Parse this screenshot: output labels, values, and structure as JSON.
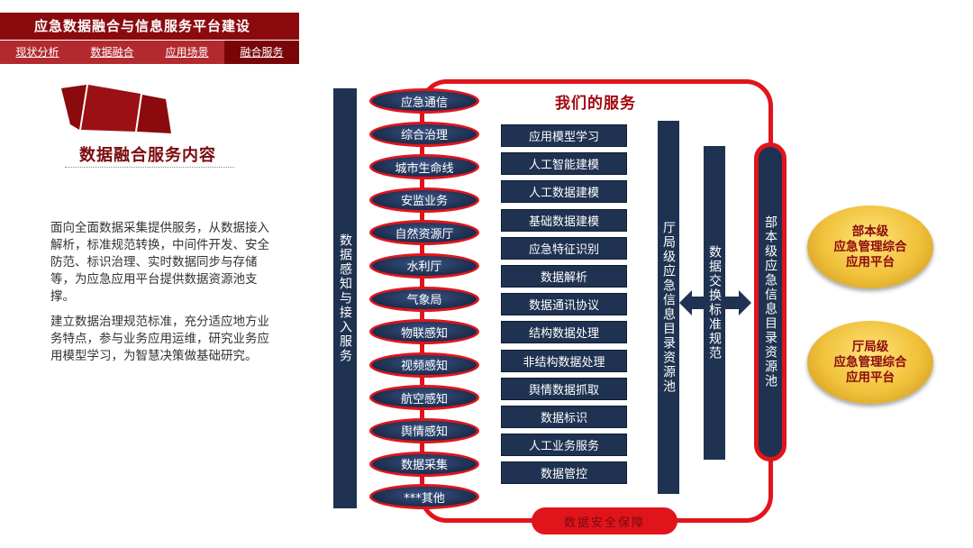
{
  "header": {
    "title": "应急数据融合与信息服务平台建设",
    "tabs": [
      "现状分析",
      "数据融合",
      "应用场景",
      "融合服务"
    ],
    "active_tab_index": 3
  },
  "section": {
    "title": "数据融合服务内容",
    "paragraph1": "面向全面数据采集提供服务，从数据接入解析，标准规范转换，中间件开发、安全防范、标识治理、实时数据同步与存储等，为应急应用平台提供数据资源池支撑。",
    "paragraph2": "建立数据治理规范标准，充分适应地方业务特点，参与业务应用运维，研究业务应用模型学习，为智慧决策做基础研究。"
  },
  "diagram": {
    "title": "我们的服务",
    "left_bar": "数据感知与接入服务",
    "sources": [
      "应急通信",
      "综合治理",
      "城市生命线",
      "安监业务",
      "自然资源厅",
      "水利厅",
      "气象局",
      "物联感知",
      "视频感知",
      "航空感知",
      "舆情感知",
      "数据采集",
      "***其他"
    ],
    "services": [
      "应用模型学习",
      "人工智能建模",
      "人工数据建模",
      "基础数据建模",
      "应急特征识别",
      "数据解析",
      "数据通讯协议",
      "结构数据处理",
      "非结构数据处理",
      "舆情数据抓取",
      "数据标识",
      "人工业务服务",
      "数据管控"
    ],
    "mid_bar_1": "厅局级应急信息目录资源池",
    "mid_bar_2": "数据交换标准规范",
    "right_bar": "部本级应急信息目录资源池",
    "security": "数据安全保障",
    "platforms": [
      {
        "line1": "部本级",
        "line2": "应急管理综合",
        "line3": "应用平台"
      },
      {
        "line1": "厅局级",
        "line2": "应急管理综合",
        "line3": "应用平台"
      }
    ]
  },
  "colors": {
    "header_dark_red": "#8b0a0e",
    "tab_red": "#b32a2e",
    "frame_red": "#e0151c",
    "navy": "#1f3251",
    "gold": "#f0c13a"
  }
}
